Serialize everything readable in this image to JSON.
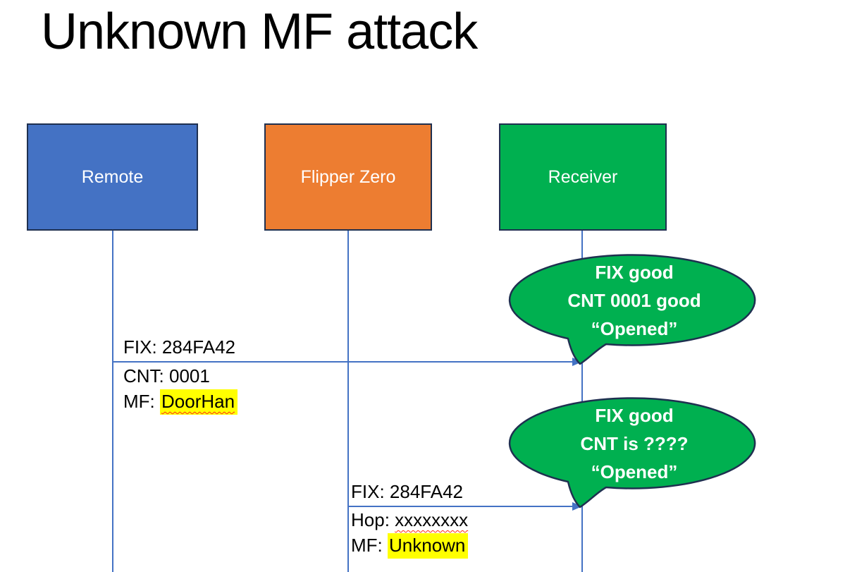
{
  "title": "Unknown MF attack",
  "actors": [
    {
      "label": "Remote",
      "fill": "#4472C4"
    },
    {
      "label": "Flipper Zero",
      "fill": "#ED7D31"
    },
    {
      "label": "Receiver",
      "fill": "#00B050"
    }
  ],
  "messages": [
    {
      "from": "Remote",
      "to": "Receiver",
      "fix": "FIX: 284FA42",
      "cnt": "CNT: 0001",
      "mf_prefix": "MF: ",
      "mf_value": "DoorHan"
    },
    {
      "from": "Flipper Zero",
      "to": "Receiver",
      "fix": "FIX: 284FA42",
      "hop_prefix": "Hop: ",
      "hop_value": "xxxxxxxx",
      "mf_prefix": "MF: ",
      "mf_value": "Unknown"
    }
  ],
  "callouts": [
    {
      "line1": "FIX good",
      "line2": "CNT 0001 good",
      "line3": "“Opened”"
    },
    {
      "line1": "FIX good",
      "line2": "CNT is ????",
      "line3": "“Opened”"
    }
  ],
  "colors": {
    "remote_fill": "#4472C4",
    "flipper_fill": "#ED7D31",
    "receiver_fill": "#00B050",
    "callout_fill": "#00B050",
    "shape_outline": "#1F3050",
    "connector_blue": "#4472C4",
    "highlight_yellow": "#FFFF00",
    "squiggle_red": "#FF2B19",
    "title_text": "#000000",
    "actor_text": "#FFFFFF",
    "callout_text": "#FFFFFF"
  }
}
